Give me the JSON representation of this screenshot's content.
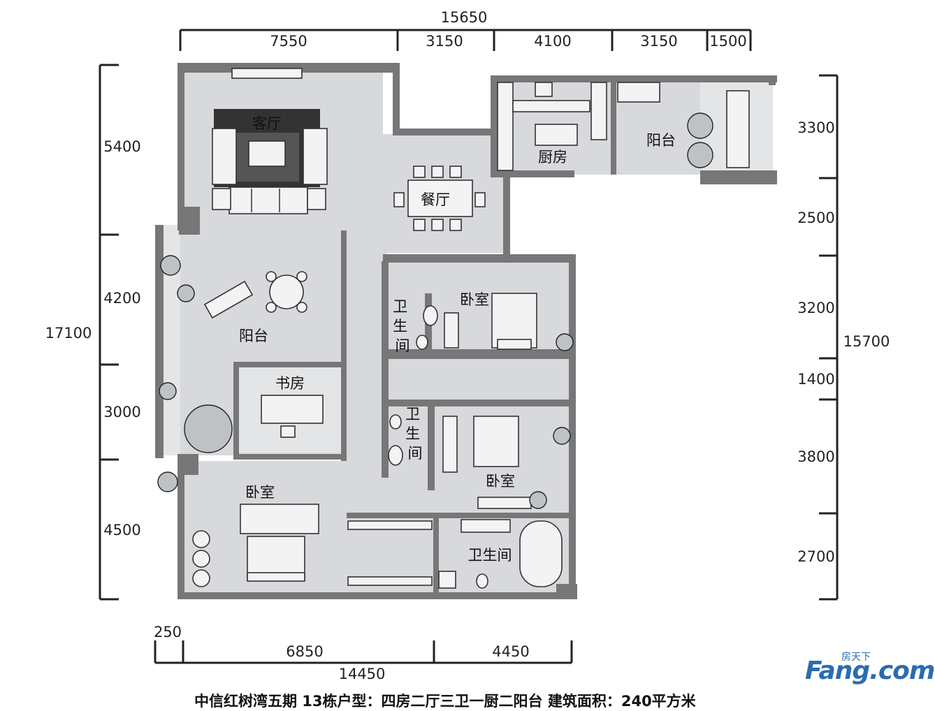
{
  "top_dims": {
    "total": "15650",
    "segments": [
      "7550",
      "3150",
      "4100",
      "3150",
      "1500"
    ]
  },
  "left_dims": {
    "total": "17100",
    "segments": [
      "5400",
      "4200",
      "3000",
      "4500"
    ]
  },
  "right_dims": {
    "total": "15700",
    "segments": [
      "3300",
      "2500",
      "3200",
      "1400",
      "3800",
      "2700"
    ]
  },
  "bottom_dims": {
    "total": "14450",
    "offset": "250",
    "segments": [
      "6850",
      "4450"
    ]
  },
  "rooms": {
    "living": "客厅",
    "dining": "餐厅",
    "kitchen": "厨房",
    "balcony_top": "阳台",
    "balcony_left": "阳台",
    "study": "书房",
    "bedroom_1": "卧室",
    "bedroom_2": "卧室",
    "bedroom_master": "卧室",
    "bath_1": "卫\n生\n间",
    "bath_2": "卫\n生\n间",
    "bath_master": "卫生间"
  },
  "caption": "中信红树湾五期 13栋户型：四房二厅三卫一厨二阳台 建筑面积：240平方米",
  "watermark": {
    "brand": "Fang.com",
    "sub": "房天下"
  }
}
